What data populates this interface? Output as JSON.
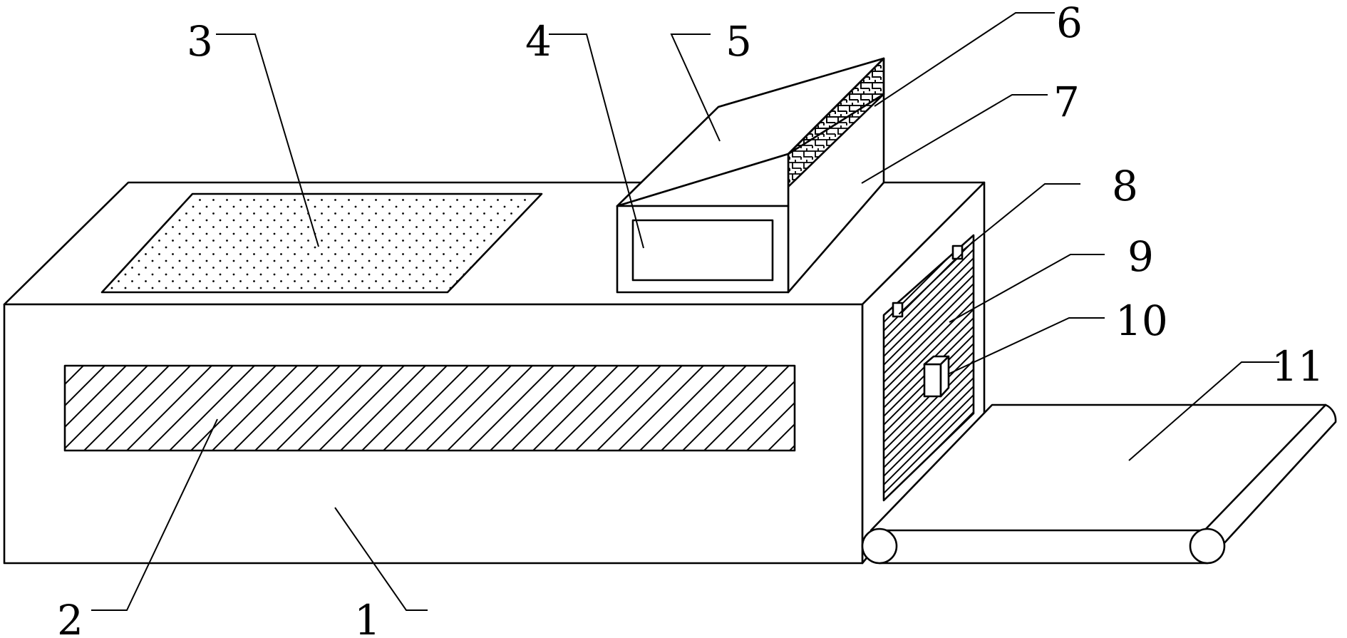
{
  "diagram": {
    "labels": [
      {
        "id": "label-1",
        "text": "1"
      },
      {
        "id": "label-2",
        "text": "2"
      },
      {
        "id": "label-3",
        "text": "3"
      },
      {
        "id": "label-4",
        "text": "4"
      },
      {
        "id": "label-5",
        "text": "5"
      },
      {
        "id": "label-6",
        "text": "6"
      },
      {
        "id": "label-7",
        "text": "7"
      },
      {
        "id": "label-8",
        "text": "8"
      },
      {
        "id": "label-9",
        "text": "9"
      },
      {
        "id": "label-10",
        "text": "10"
      },
      {
        "id": "label-11",
        "text": "11"
      }
    ]
  }
}
